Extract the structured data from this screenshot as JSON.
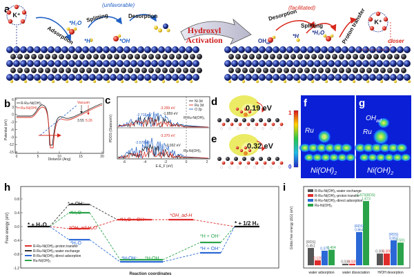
{
  "panel_a": {
    "label": "a",
    "k_ion": "K⁺",
    "left": {
      "adsorption": "Adsorption",
      "h2o_star": "*H₂O",
      "splitting": "Splitting",
      "desorption": "Desorption",
      "unfavorable": "(unfavorable)",
      "h_star": "*H",
      "h_star2": "*H",
      "oh_star": "*OH"
    },
    "arrow_text": "Hydroxyl\nActivation",
    "arrow_l1": "Hydroxyl",
    "arrow_l2": "Activation",
    "right": {
      "desorption": "Desorption",
      "splitting": "Splitting",
      "facilitated": "(facilitated)",
      "proton_transfer": "Proton transfer",
      "oh_ad": "OH",
      "oh_ad_sub": "ad",
      "h_star": "*H",
      "h2o_star": "*H₂O",
      "closer": "closer",
      "k_ion": "K⁺"
    }
  },
  "panel_b": {
    "label": "b",
    "legend": [
      "R-Ru-Ni(OH)₂",
      "Ru-Ni(OH)₂"
    ],
    "vacuum_label": "Vacuum",
    "work_functions": [
      "3.55",
      "5.26"
    ],
    "xlabel": "Distance (Ang)",
    "ylabel": "Potential (eV)",
    "xticks": [
      "0",
      "5",
      "10",
      "15",
      "20"
    ],
    "yticks": [
      "6",
      "3",
      "0",
      "-3",
      "-6",
      "-9",
      "-12",
      "-15"
    ]
  },
  "panel_c": {
    "label": "c",
    "legend": [
      "Ni 3d",
      "Ru 3d",
      "O 2p"
    ],
    "series_colors": {
      "Ni 3d": "#222222",
      "Ru 3d": "#d9261c",
      "O 2p": "#1f5fc4"
    },
    "top_label": "R-Ru-Ni(OH)₂",
    "bottom_label": "Ru-Ni(OH)₂",
    "top_centers": [
      "-3.299 eV",
      "-2.718 eV",
      "-1.859 eV"
    ],
    "bottom_centers": [
      "-3.370 eV",
      "-2.678 eV",
      "-0.932 eV"
    ],
    "xlabel": "E-E_F (eV)",
    "ylabel": "PDOS (States/eV)",
    "xticks": [
      "-6",
      "-4",
      "-2",
      "0",
      "2"
    ]
  },
  "panel_d": {
    "label": "d",
    "value": "0.19 eV"
  },
  "panel_e": {
    "label": "e",
    "value": "0.32 eV"
  },
  "colorbar": {
    "max": "1",
    "min": "0"
  },
  "panel_f": {
    "label": "f",
    "ru": "Ru",
    "support": "Ni(OH)",
    "support_sub": "2"
  },
  "panel_g": {
    "label": "g",
    "oh": "OH",
    "oh_sub": "ad",
    "ru": "Ru",
    "support": "Ni(OH)",
    "support_sub": "2"
  },
  "panel_h": {
    "label": "h",
    "ylabel": "Free energy (eV)",
    "xlabel": "Reaction coordinates",
    "yticks": [
      "0.8",
      "0.4",
      "0.0",
      "-0.4",
      "-0.8",
      "-1.2"
    ],
    "legend": [
      "R-Ru-Ni(OH)₂-proton transfer",
      "R-Ru-Ni(OH)₂-water exchange",
      "R-Ru-Ni(OH)₂-direct adsorption",
      "Ru-Ni(OH)₂"
    ],
    "state_labels": {
      "start": "* + H₂O",
      "h2o_a": "*H₂O",
      "h2o_b": "*H₂O",
      "oh_h2o": "*OH_ad-H₂O",
      "plus_oh": "* + OH⁻",
      "h2o_oh": "*H₂O + OH⁻",
      "oh_ad_h": "*OH_ad-H",
      "oh_star": "*H-OH⁻",
      "oh_star2": "*H-OH",
      "h_oh_a": "*H + OH⁻",
      "h_oh_b": "*H + OH⁻",
      "end": "* + 1/2 H₂"
    },
    "level_colors": {
      "pt": "#e02b2b",
      "we": "#333333",
      "da": "#2a68d6",
      "ru": "#2aa34a"
    }
  },
  "panel_i": {
    "label": "i",
    "type": "bar",
    "ylabel": "Gibbs free energy (ΔG) (eV)",
    "categories": [
      "water adsorption",
      "water dissociation",
      "H/OH desorption"
    ],
    "legend": [
      "R-Ru-Ni(OH)₂-water exchange",
      "R-Ru-Ni(OH)₂-proton transfer",
      "R-Ru-Ni(OH)₂-direct adsorption",
      "Ru-Ni(OH)₂"
    ],
    "colors": [
      "#555555",
      "#e02b2b",
      "#2a68d6",
      "#2aa34a"
    ],
    "ylim": [
      0,
      1.8
    ],
    "series": [
      {
        "name": "R-Ru-Ni(OH)₂-water exchange",
        "values": [
          0.451,
          0.039,
          0.305
        ]
      },
      {
        "name": "R-Ru-Ni(OH)₂-proton transfer",
        "values": [
          0.129,
          0.039,
          0.305
        ]
      },
      {
        "name": "R-Ru-Ni(OH)₂-direct adsorption",
        "values": [
          0.379,
          0.864,
          0.652
        ]
      },
      {
        "name": "Ru-Ni(OH)₂",
        "values": [
          0.404,
          1.673,
          0.591
        ]
      }
    ],
    "value_labels": [
      [
        "0.451",
        "0.039",
        "0.305"
      ],
      [
        "0.129",
        "0.039",
        "0.305"
      ],
      [
        "0.379",
        "0.864",
        "0.652"
      ],
      [
        "0.404",
        "1.673",
        "0.591"
      ]
    ],
    "rds_labels": [
      "(RDS)",
      "(RDS)",
      "1.673(RDS)",
      "(RDS)"
    ]
  }
}
